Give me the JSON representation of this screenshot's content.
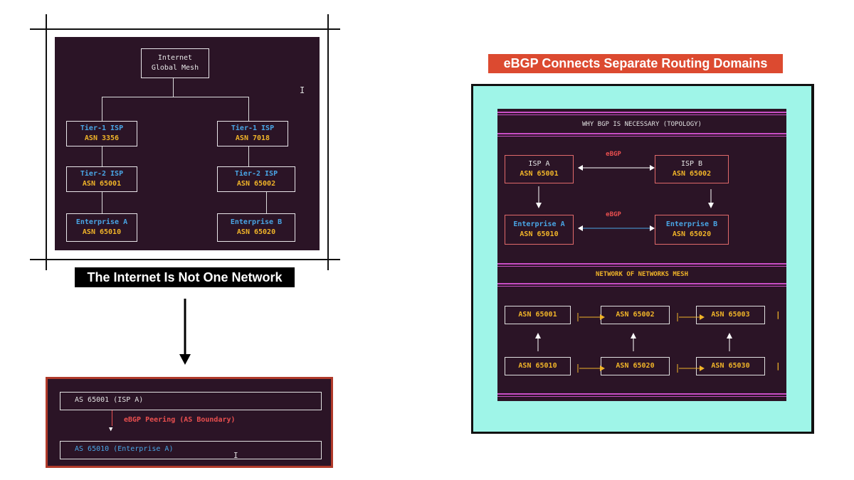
{
  "hierarchy": {
    "root": {
      "line1": "Internet",
      "line2": "Global Mesh"
    },
    "left": {
      "tier1": {
        "label": "Tier-1 ISP",
        "asn": "ASN 3356"
      },
      "tier2": {
        "label": "Tier-2 ISP",
        "asn": "ASN 65001"
      },
      "enterprise": {
        "label": "Enterprise A",
        "asn": "ASN 65010"
      }
    },
    "right": {
      "tier1": {
        "label": "Tier-1 ISP",
        "asn": "ASN 7018"
      },
      "tier2": {
        "label": "Tier-2 ISP",
        "asn": "ASN 65002"
      },
      "enterprise": {
        "label": "Enterprise B",
        "asn": "ASN 65020"
      }
    },
    "caption": "The Internet Is Not One Network"
  },
  "peering": {
    "top": "AS 65001 (ISP A)",
    "link": "eBGP Peering (AS Boundary)",
    "bottom": "AS 65010 (Enterprise A)"
  },
  "ebgp_panel": {
    "title": "eBGP Connects Separate Routing Domains",
    "section1": "WHY BGP IS NECESSARY (TOPOLOGY)",
    "isp_a": {
      "label": "ISP A",
      "asn": "ASN 65001"
    },
    "isp_b": {
      "label": "ISP B",
      "asn": "ASN 65002"
    },
    "ent_a": {
      "label": "Enterprise A",
      "asn": "ASN 65010"
    },
    "ent_b": {
      "label": "Enterprise B",
      "asn": "ASN 65020"
    },
    "ebgp_top": "eBGP",
    "ebgp_bottom": "eBGP",
    "section2": "NETWORK OF NETWORKS MESH",
    "mesh_top": [
      "ASN 65001",
      "ASN 65002",
      "ASN 65003"
    ],
    "mesh_bottom": [
      "ASN 65010",
      "ASN 65020",
      "ASN 65030"
    ]
  },
  "colors": {
    "panel_bg": "#2b1426",
    "asn_text": "#f0b429",
    "label_blue": "#49a6e6",
    "ebgp_red": "#e94f4f",
    "title_bg": "#dc4a30",
    "outer_cyan": "#9ff5e8",
    "divider_magenta": "#c94ec5"
  }
}
